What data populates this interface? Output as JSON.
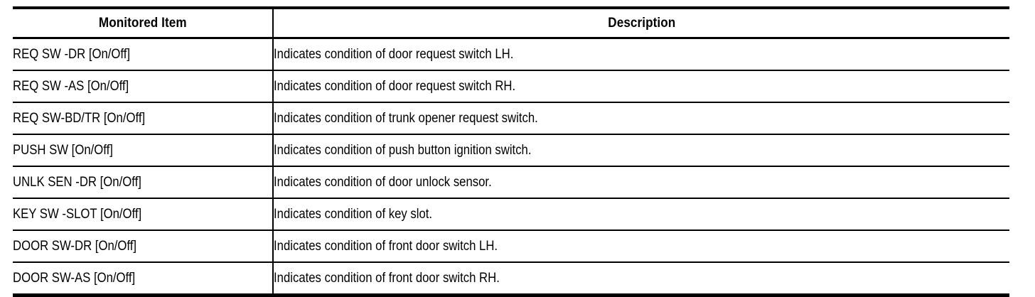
{
  "table": {
    "columns": [
      {
        "key": "item",
        "header": "Monitored Item",
        "align": "center"
      },
      {
        "key": "description",
        "header": "Description",
        "align": "center"
      }
    ],
    "rows": [
      {
        "item": "REQ SW -DR [On/Off]",
        "description": "Indicates condition of door request switch LH."
      },
      {
        "item": "REQ SW -AS [On/Off]",
        "description": "Indicates condition of door request switch RH."
      },
      {
        "item": "REQ SW-BD/TR [On/Off]",
        "description": "Indicates condition of trunk opener request switch."
      },
      {
        "item": "PUSH SW [On/Off]",
        "description": "Indicates condition of push button ignition switch."
      },
      {
        "item": "UNLK SEN -DR [On/Off]",
        "description": "Indicates condition of door unlock sensor."
      },
      {
        "item": "KEY SW -SLOT [On/Off]",
        "description": "Indicates condition of key slot."
      },
      {
        "item": "DOOR SW-DR [On/Off]",
        "description": "Indicates condition of front door switch LH."
      },
      {
        "item": "DOOR SW-AS [On/Off]",
        "description": "Indicates condition of front door switch RH."
      }
    ],
    "colors": {
      "text": "#000000",
      "rule": "#000000",
      "background": "#ffffff"
    }
  }
}
